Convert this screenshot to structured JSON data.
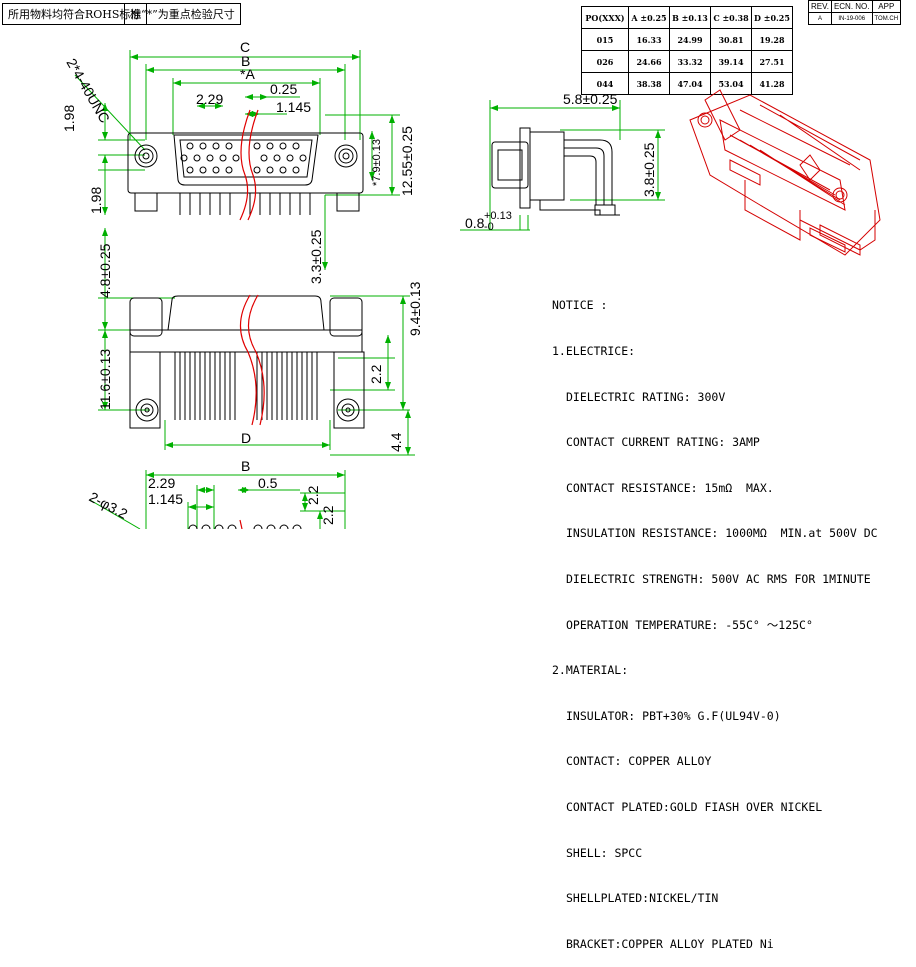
{
  "header_notes": {
    "left": "所用物料均符合ROHS标准",
    "right": "标“*”为重点检验尺寸"
  },
  "po_table": {
    "headers": [
      "PO(XXX)",
      "A ±0.25",
      "B ±0.13",
      "C ±0.38",
      "D ±0.25"
    ],
    "rows": [
      [
        "015",
        "16.33",
        "24.99",
        "30.81",
        "19.28"
      ],
      [
        "026",
        "24.66",
        "33.32",
        "39.14",
        "27.51"
      ],
      [
        "044",
        "38.38",
        "47.04",
        "53.04",
        "41.28"
      ]
    ]
  },
  "rev_table": {
    "headers": [
      "REV.",
      "ECN. NO.",
      "APP"
    ],
    "rows": [
      [
        "A",
        "IN-19-006",
        "TOM.CH"
      ]
    ]
  },
  "dimensions": {
    "top_view": {
      "c": "C",
      "b": "B",
      "a": "*A",
      "d025": "0.25",
      "d229": "2.29",
      "d1145": "1.145",
      "hole": "2*4-40UNC",
      "h198a": "1.98",
      "h198b": "1.98",
      "v79": "*7.9±0.13",
      "v1255": "12.55±0.25",
      "v33": "3.3±0.25"
    },
    "side_view": {
      "w58": "5.8±0.25",
      "h38": "3.8±0.25",
      "t08": "0.8",
      "tol": "+0.13",
      "tol_low": "-0"
    },
    "front_view": {
      "v48": "4.8±0.25",
      "v94": "9.4±0.13",
      "v116": "11.6±0.13",
      "v22": "2.2",
      "v44": "4.4",
      "d": "D"
    },
    "bottom_view": {
      "b": "B",
      "d229": "2.29",
      "d05": "0.5",
      "d1145": "1.145",
      "v22a": "2.2",
      "v22b": "2.2",
      "hole": "2-φ3.2"
    }
  },
  "notice": {
    "title": "NOTICE :",
    "sections": [
      {
        "heading": "1.ELECTRICE:",
        "items": [
          "DIELECTRIC RATING: 300V",
          "CONTACT CURRENT RATING: 3AMP",
          "CONTACT RESISTANCE: 15mΩ  MAX.",
          "INSULATION RESISTANCE: 1000MΩ  MIN.at 500V DC",
          "DIELECTRIC STRENGTH: 500V AC RMS FOR 1MINUTE",
          "OPERATION TEMPERATURE: -55C° ～125C°"
        ]
      },
      {
        "heading": "2.MATERIAL:",
        "items": [
          "INSULATOR: PBT+30% G.F(UL94V-0)",
          "CONTACT: COPPER ALLOY",
          "CONTACT PLATED:GOLD FIASH OVER NICKEL",
          "SHELL: SPCC",
          "SHELLPLATED:NICKEL/TIN",
          "BRACKET:COPPER ALLOY PLATED Ni"
        ]
      }
    ]
  }
}
